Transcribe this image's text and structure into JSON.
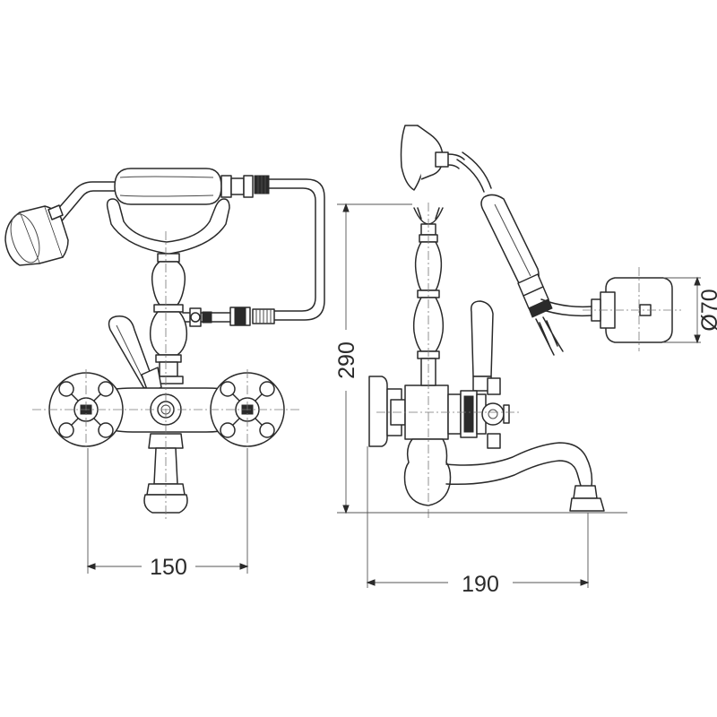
{
  "dimensions": {
    "front_width": "150",
    "side_depth": "190",
    "height": "290",
    "shower_diameter": "Ø70"
  },
  "colors": {
    "line": "#2a2a2a",
    "background": "#ffffff"
  }
}
